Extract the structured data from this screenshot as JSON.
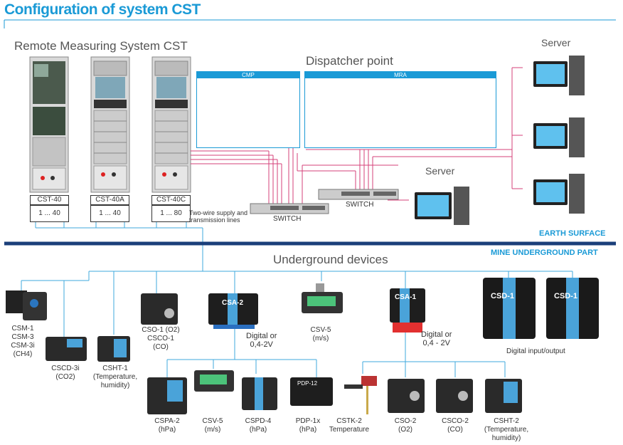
{
  "title": "Configuration of system CST",
  "remote_heading": "Remote Measuring System CST",
  "dispatcher_heading": "Dispatcher point",
  "panels": {
    "cmp": "CMP",
    "mra": "MRA"
  },
  "server_label": "Server",
  "switch_label": "SWITCH",
  "cabinets": [
    {
      "name": "CST-40",
      "range": "1 ... 40"
    },
    {
      "name": "CST-40A",
      "range": "1 ... 40"
    },
    {
      "name": "CST-40C",
      "range": "1 ... 80"
    }
  ],
  "two_wire": [
    "Two-wire supply and",
    "transmission lines"
  ],
  "earth_surface": "EARTH SURFACE",
  "mine_underground": "MINE UNDERGROUND PART",
  "underground_heading": "Underground devices",
  "device_labels": {
    "csm": [
      "CSM-1",
      "CSM-3",
      "CSM-3i",
      "(CH4)"
    ],
    "cscd": [
      "CSCD-3i",
      "(CO2)"
    ],
    "csht1": [
      "CSHT-1",
      "(Temperature,",
      "humidity)"
    ],
    "cso1": [
      "CSO-1 (O2)",
      "CSCO-1",
      "(CO)"
    ],
    "csa2_name": "CSA-2",
    "csa2_digital": [
      "Digital or",
      "0,4-2V"
    ],
    "csv5_top": [
      "CSV-5",
      "(m/s)"
    ],
    "csa1_name": "CSA-1",
    "csa1_digital": [
      "Digital or",
      "0,4 - 2V"
    ],
    "csd1_name": "CSD-1",
    "digital_io": "Digital input/output",
    "cspa2": [
      "CSPA-2",
      "(hPa)"
    ],
    "csv5_bottom": [
      "CSV-5",
      "(m/s)"
    ],
    "cspd4": [
      "CSPD-4",
      "(hPa)"
    ],
    "pdp1x": [
      "PDP-1x",
      "(hPa)"
    ],
    "pdp12_tag": "PDP-12",
    "cstk2": [
      "CSTK-2",
      "Temperature"
    ],
    "cso2": [
      "CSO-2",
      "(O2)"
    ],
    "csco2": [
      "CSCO-2",
      "(CO)"
    ],
    "csht2": [
      "CSHT-2",
      "(Temperature,",
      "humidity)"
    ]
  },
  "colors": {
    "accent": "#1a9ad6",
    "line_pink": "#d6407a",
    "line_blue": "#3fa9dd",
    "dark_blue": "#1b3f7a"
  }
}
